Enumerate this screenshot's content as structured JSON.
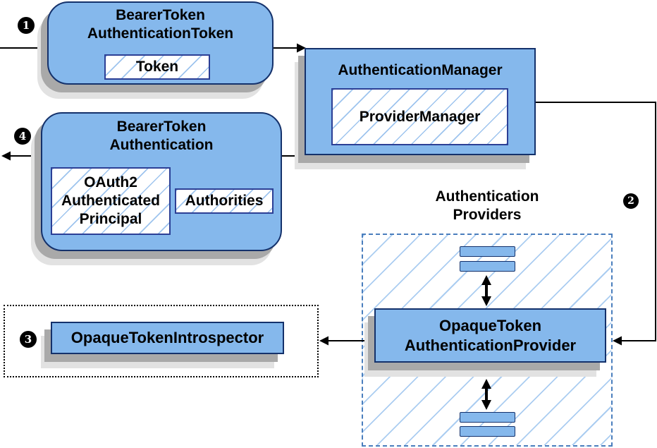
{
  "colors": {
    "node_fill": "#85B8EC",
    "node_border": "#14316B",
    "inner_box_border": "#2C3F95",
    "hatch_line": "#9EC4EE",
    "providers_container_border": "#4A7EBD",
    "introspector_container_border": "#000000",
    "connector": "#000000",
    "badge_background": "#000000",
    "badge_text": "#FFFFFF"
  },
  "badges": {
    "step1": "1",
    "step2": "2",
    "step3": "3",
    "step4": "4"
  },
  "nodes": {
    "bearer_token_authentication_token": {
      "title_line1": "BearerToken",
      "title_line2": "AuthenticationToken",
      "inner_label": "Token"
    },
    "authentication_manager": {
      "title": "AuthenticationManager",
      "inner_label": "ProviderManager"
    },
    "bearer_token_authentication": {
      "title_line1": "BearerToken",
      "title_line2": "Authentication",
      "principal_line1": "OAuth2",
      "principal_line2": "Authenticated",
      "principal_line3": "Principal",
      "authorities_label": "Authorities"
    },
    "opaque_token_introspector": {
      "label": "OpaqueTokenIntrospector"
    },
    "opaque_token_authentication_provider": {
      "title_line1": "OpaqueToken",
      "title_line2": "AuthenticationProvider"
    },
    "authentication_providers_group": {
      "label_line1": "Authentication",
      "label_line2": "Providers"
    }
  }
}
